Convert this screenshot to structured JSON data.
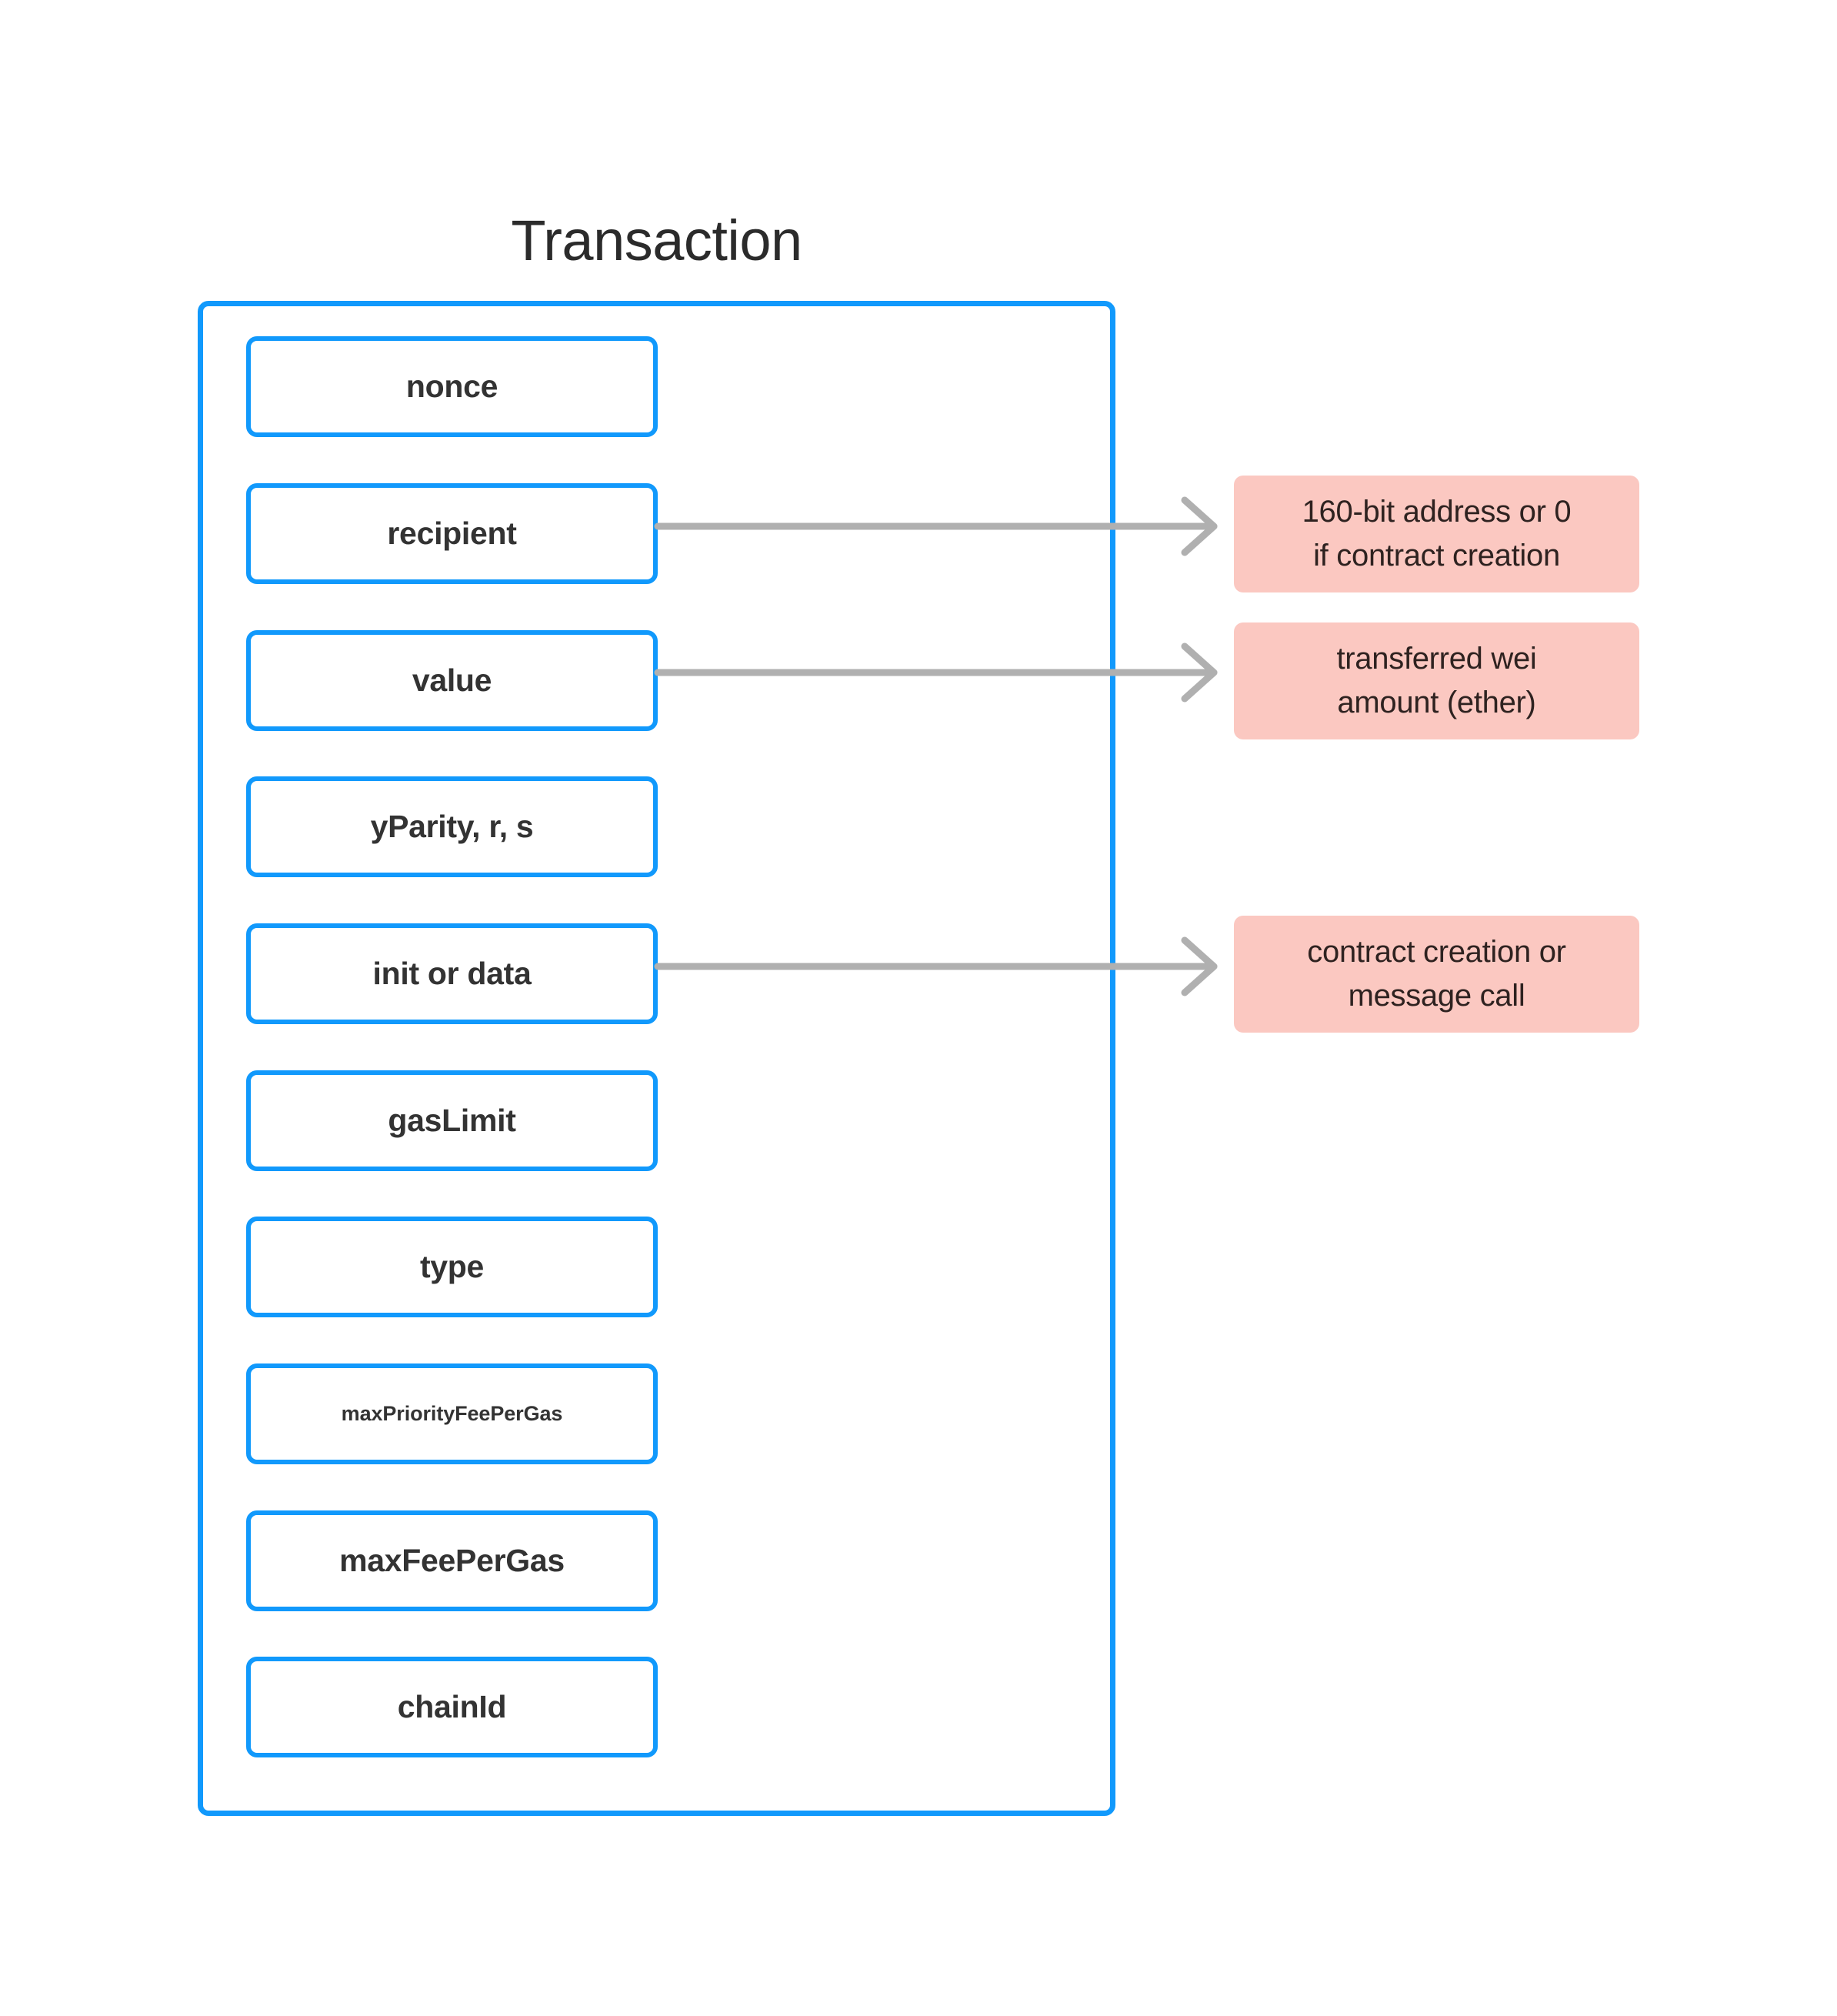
{
  "diagram": {
    "title": "Transaction",
    "colors": {
      "box_border": "#1199fc",
      "container_border": "#1199fc",
      "note_background": "#fbc8c1",
      "note_text": "#2e2220",
      "arrow": "#b0b0b0",
      "label_text": "#333333",
      "title_text": "#2b2b2b",
      "page_background": "#ffffff"
    },
    "fields": [
      {
        "label": "nonce",
        "size": "normal"
      },
      {
        "label": "recipient",
        "size": "normal"
      },
      {
        "label": "value",
        "size": "normal"
      },
      {
        "label": "yParity, r, s",
        "size": "normal"
      },
      {
        "label": "init or data",
        "size": "normal"
      },
      {
        "label": "gasLimit",
        "size": "normal"
      },
      {
        "label": "type",
        "size": "normal"
      },
      {
        "label": "maxPriorityFeePerGas",
        "size": "small"
      },
      {
        "label": "maxFeePerGas",
        "size": "normal"
      },
      {
        "label": "chainId",
        "size": "normal"
      }
    ],
    "annotations": [
      {
        "text": "160-bit address or 0 if contract creation",
        "line1": "160-bit address or 0",
        "line2": "if contract creation",
        "from_field": "recipient"
      },
      {
        "text": "transferred wei amount (ether)",
        "line1": "transferred wei",
        "line2": "amount (ether)",
        "from_field": "value"
      },
      {
        "text": "contract creation or message call",
        "line1": "contract creation or",
        "line2": "message call",
        "from_field": "init or data"
      }
    ]
  }
}
